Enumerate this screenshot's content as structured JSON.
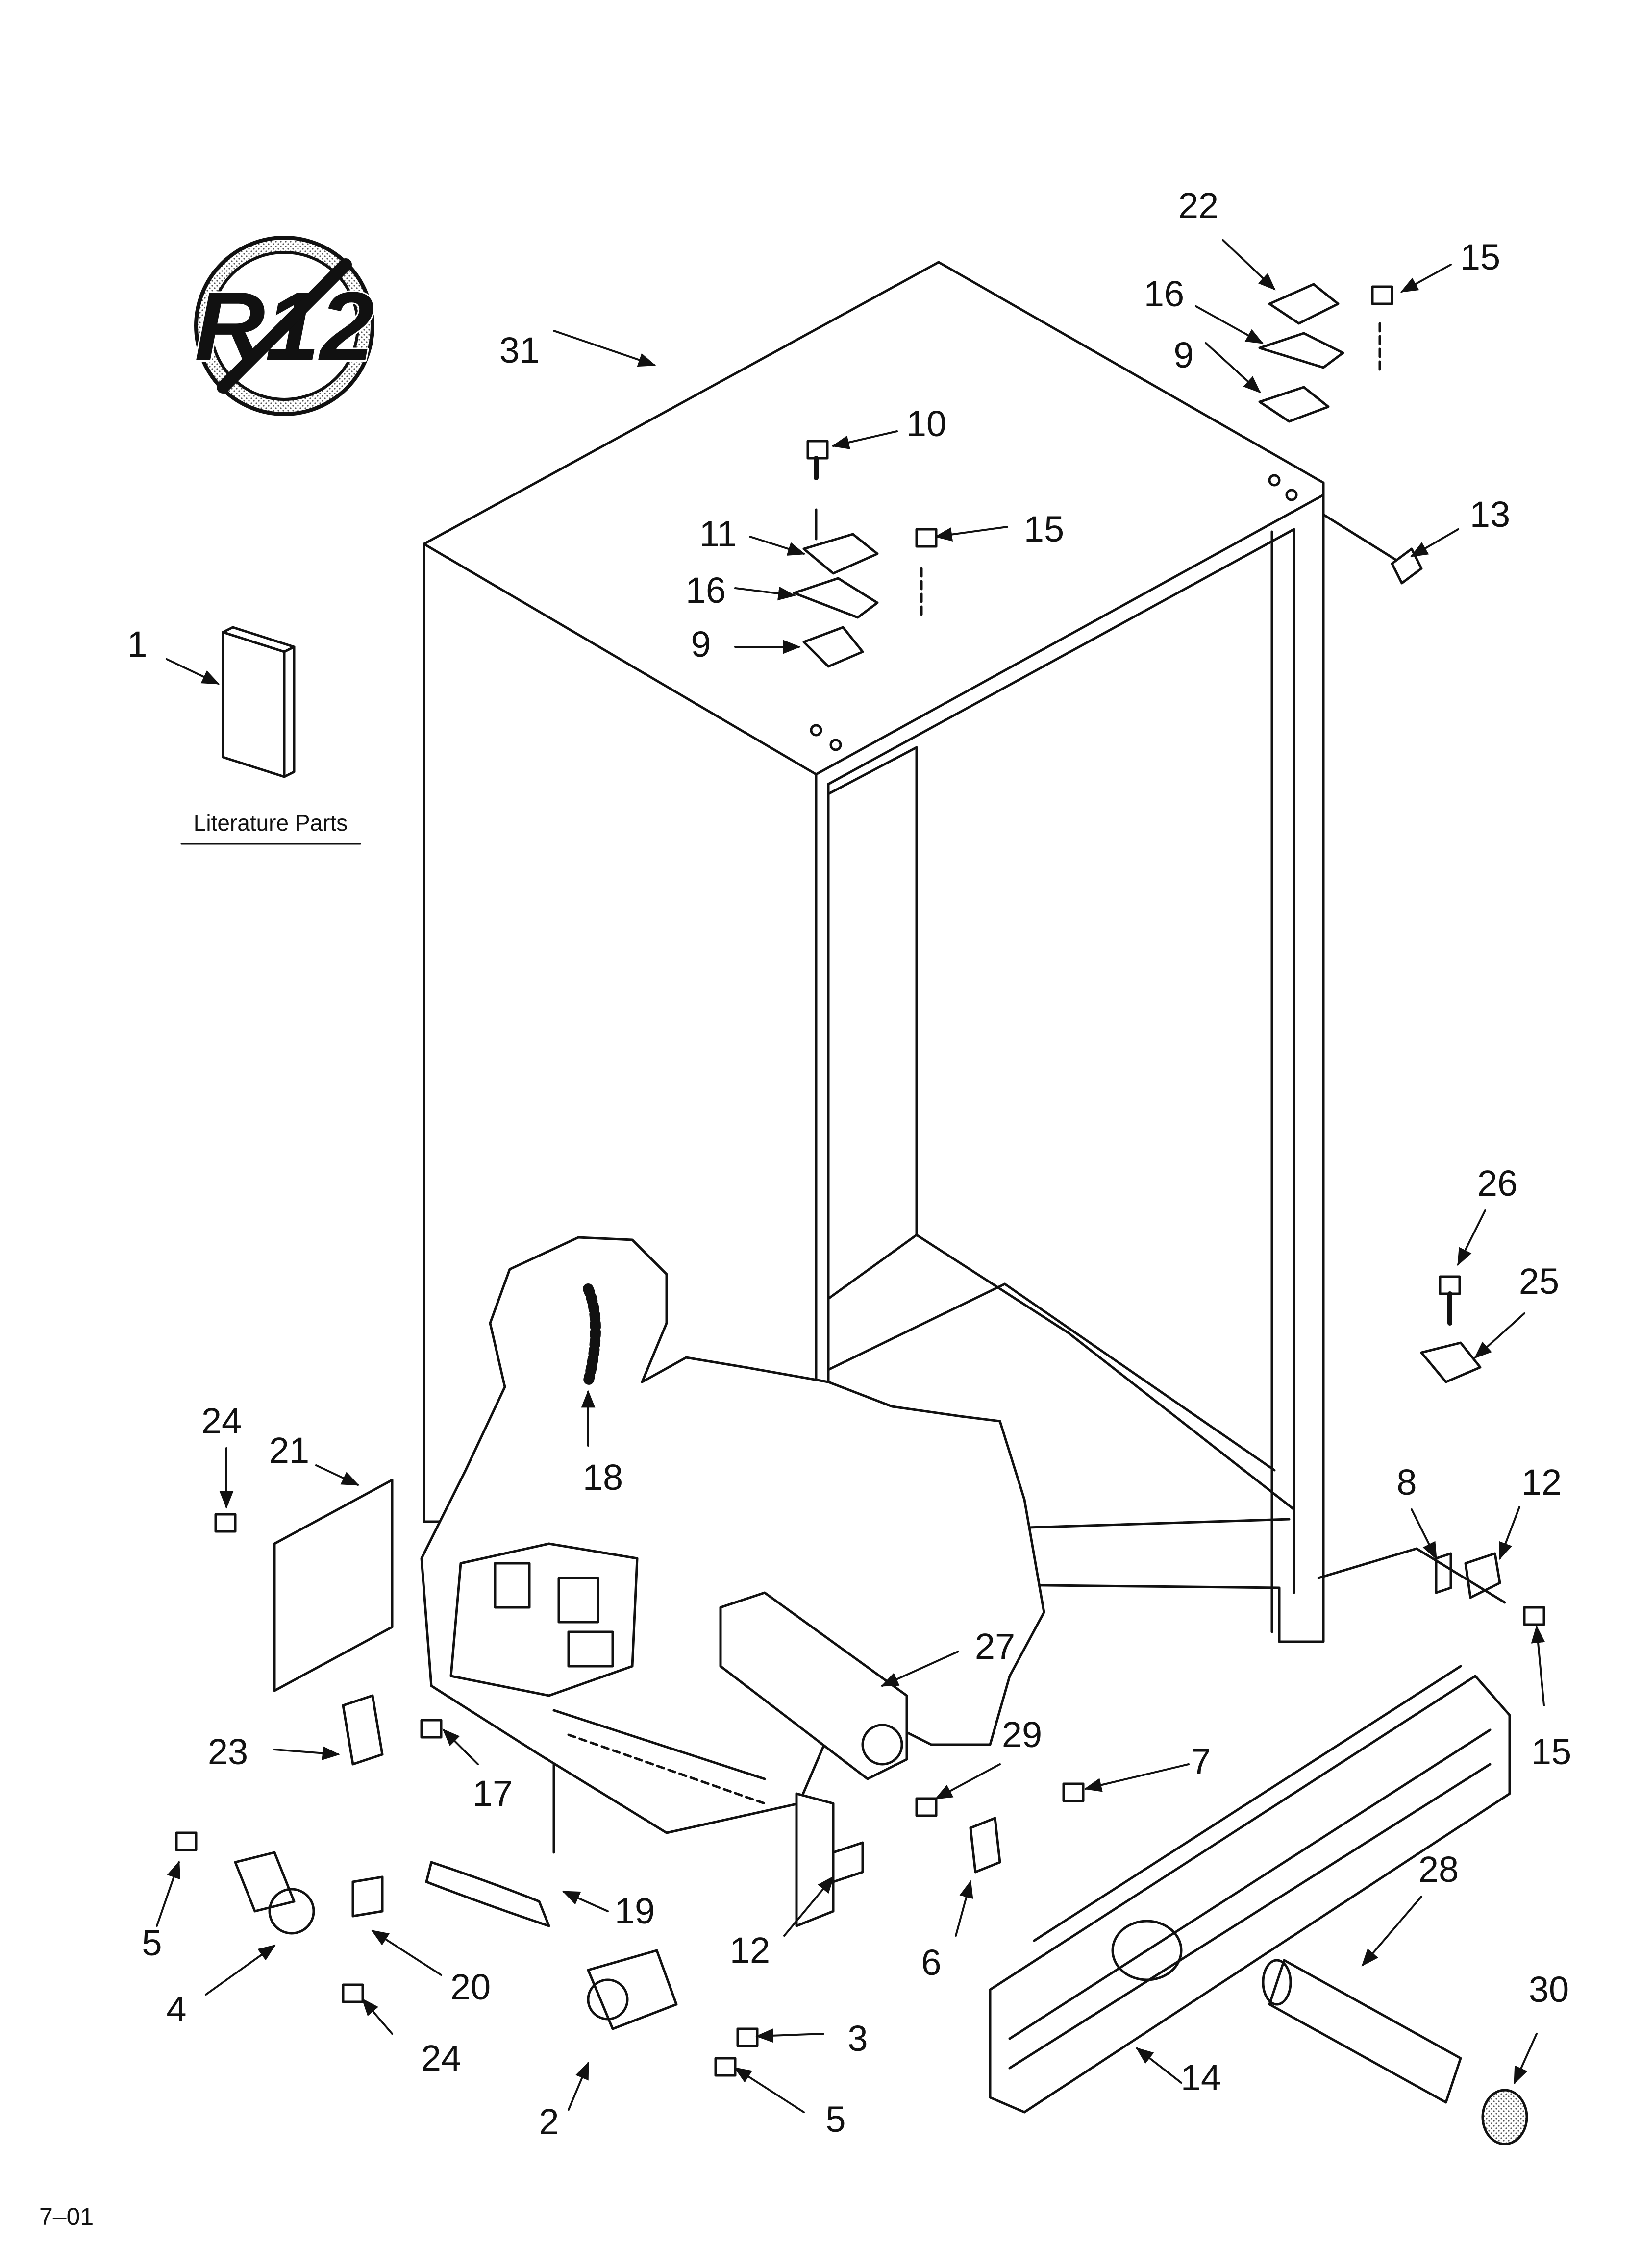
{
  "diagram": {
    "footer_code": "7–01",
    "badge_text": "R12",
    "literature_label": "Literature Parts",
    "callouts": [
      {
        "id": "c31",
        "label": "31"
      },
      {
        "id": "c22",
        "label": "22"
      },
      {
        "id": "c15a",
        "label": "15"
      },
      {
        "id": "c16a",
        "label": "16"
      },
      {
        "id": "c9a",
        "label": "9"
      },
      {
        "id": "c10",
        "label": "10"
      },
      {
        "id": "c15b",
        "label": "15"
      },
      {
        "id": "c11",
        "label": "11"
      },
      {
        "id": "c16b",
        "label": "16"
      },
      {
        "id": "c9b",
        "label": "9"
      },
      {
        "id": "c13",
        "label": "13"
      },
      {
        "id": "c1",
        "label": "1"
      },
      {
        "id": "c26",
        "label": "26"
      },
      {
        "id": "c25",
        "label": "25"
      },
      {
        "id": "c24a",
        "label": "24"
      },
      {
        "id": "c21",
        "label": "21"
      },
      {
        "id": "c18",
        "label": "18"
      },
      {
        "id": "c8",
        "label": "8"
      },
      {
        "id": "c12a",
        "label": "12"
      },
      {
        "id": "c27",
        "label": "27"
      },
      {
        "id": "c15c",
        "label": "15"
      },
      {
        "id": "c23",
        "label": "23"
      },
      {
        "id": "c17",
        "label": "17"
      },
      {
        "id": "c29",
        "label": "29"
      },
      {
        "id": "c7",
        "label": "7"
      },
      {
        "id": "c19",
        "label": "19"
      },
      {
        "id": "c5a",
        "label": "5"
      },
      {
        "id": "c4",
        "label": "4"
      },
      {
        "id": "c20",
        "label": "20"
      },
      {
        "id": "c24b",
        "label": "24"
      },
      {
        "id": "c12b",
        "label": "12"
      },
      {
        "id": "c6",
        "label": "6"
      },
      {
        "id": "c28",
        "label": "28"
      },
      {
        "id": "c30",
        "label": "30"
      },
      {
        "id": "c14",
        "label": "14"
      },
      {
        "id": "c3",
        "label": "3"
      },
      {
        "id": "c2",
        "label": "2"
      },
      {
        "id": "c5b",
        "label": "5"
      }
    ]
  }
}
